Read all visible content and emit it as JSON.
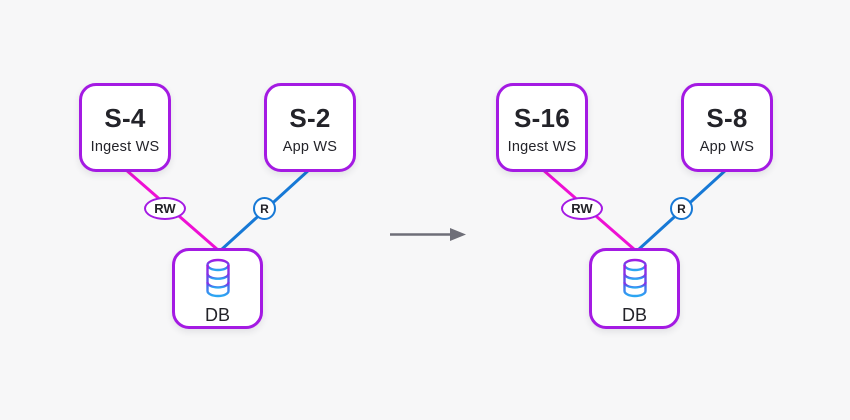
{
  "diagram": {
    "before": {
      "ingest_node": {
        "title": "S-4",
        "subtitle": "Ingest WS"
      },
      "app_node": {
        "title": "S-2",
        "subtitle": "App WS"
      },
      "db_node": {
        "label": "DB"
      },
      "write_edge_label": "RW",
      "read_edge_label": "R"
    },
    "after": {
      "ingest_node": {
        "title": "S-16",
        "subtitle": "Ingest WS"
      },
      "app_node": {
        "title": "S-8",
        "subtitle": "App WS"
      },
      "db_node": {
        "label": "DB"
      },
      "write_edge_label": "RW",
      "read_edge_label": "R"
    }
  },
  "icons": {
    "database": "database-cylinder-icon",
    "transition": "arrow-right-icon"
  },
  "colors": {
    "background": "#f7f7f8",
    "node_border": "#a41ae3",
    "write_edge": "#ee10d4",
    "read_edge": "#1779d6",
    "arrow": "#6e6e78",
    "text": "#232329",
    "db_icon_gradient_top": "#a41ae3",
    "db_icon_gradient_bottom": "#2aa7f2"
  }
}
